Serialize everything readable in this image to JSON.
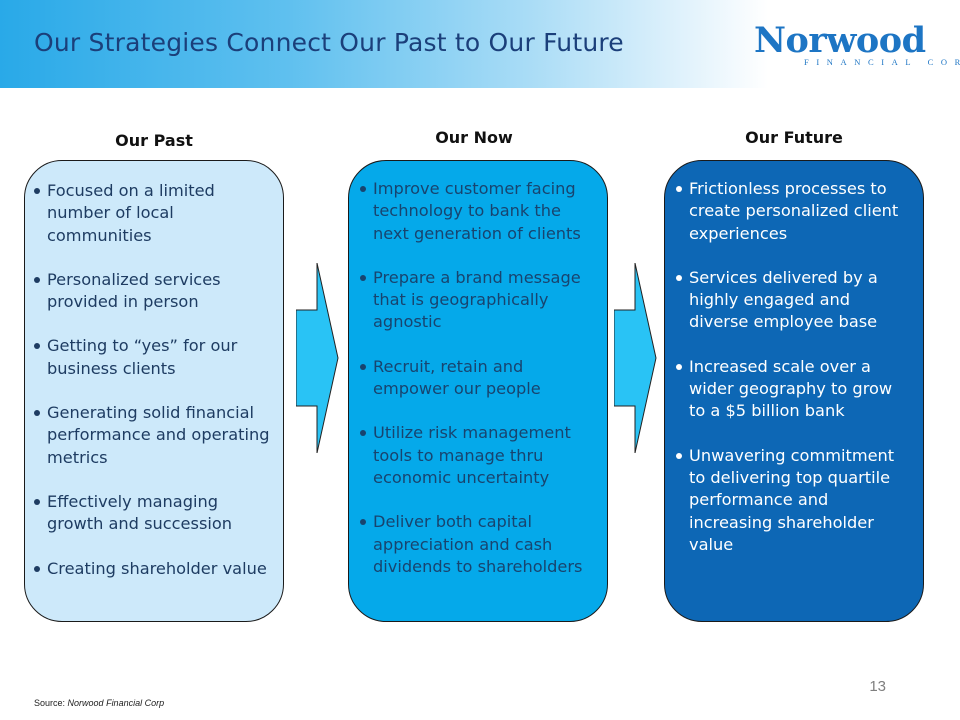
{
  "title": "Our Strategies Connect Our Past to Our Future",
  "logo": {
    "wordmark": "Norwood",
    "subtitle": "FINANCIAL CORP"
  },
  "columns": [
    {
      "heading": "Our Past",
      "items": [
        "Focused on a limited number of local communities",
        "Personalized services provided in person",
        "Getting to “yes” for our business clients",
        "Generating solid financial performance and operating metrics",
        "Effectively managing growth and succession",
        "Creating shareholder value"
      ]
    },
    {
      "heading": "Our Now",
      "items": [
        "Improve customer facing technology to bank the next generation of clients",
        "Prepare a brand message that is geographically agnostic",
        "Recruit, retain and empower our people",
        "Utilize risk management tools to manage thru economic uncertainty",
        "Deliver both capital appreciation and cash dividends to shareholders"
      ]
    },
    {
      "heading": "Our Future",
      "items": [
        "Frictionless processes to create personalized client experiences",
        "Services delivered by a highly engaged and diverse employee base",
        "Increased scale over a wider geography to grow to a $5 billion bank",
        "Unwavering commitment to delivering top quartile performance and increasing shareholder value"
      ]
    }
  ],
  "footer": {
    "page_number": "13",
    "source_label": "Source:",
    "source_name": "Norwood Financial Corp"
  },
  "colors": {
    "title": "#1b3f7a",
    "past_panel": "#cde9fa",
    "now_panel": "#05a9ea",
    "future_panel": "#0d67b5",
    "arrow": "#29c3f5",
    "logo": "#1d75c4"
  }
}
